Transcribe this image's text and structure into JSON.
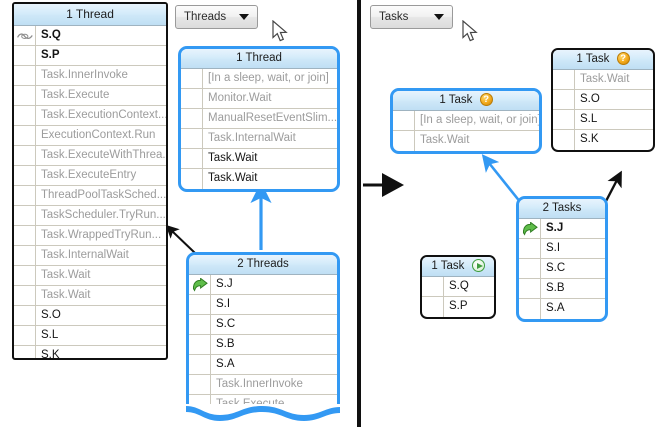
{
  "meta": {
    "accent_blue": "#3399F3",
    "border_black": "#101010",
    "header_blue": "#cfe8f8",
    "dim_text": "#9c9c9c",
    "active_text": "#141414",
    "badge_gold": "#f3ab1d",
    "badge_green": "#3f9c3f"
  },
  "toolbar": {
    "threads_combo": {
      "value": "Threads",
      "caret": "chevron-down-icon",
      "options": [
        "Threads",
        "Tasks"
      ]
    },
    "tasks_combo": {
      "value": "Tasks",
      "caret": "chevron-down-icon",
      "options": [
        "Threads",
        "Tasks"
      ]
    }
  },
  "left_panel": {
    "title": "1 Thread",
    "badge": null,
    "border": "black",
    "rows": [
      {
        "gutter": "squiggle-icon",
        "text": "S.Q",
        "style": "bold"
      },
      {
        "gutter": null,
        "text": "S.P",
        "style": "bold"
      },
      {
        "gutter": null,
        "text": "Task.InnerInvoke",
        "style": "dim"
      },
      {
        "gutter": null,
        "text": "Task.Execute",
        "style": "dim"
      },
      {
        "gutter": null,
        "text": "Task.ExecutionContext...",
        "style": "dim"
      },
      {
        "gutter": null,
        "text": "ExecutionContext.Run",
        "style": "dim"
      },
      {
        "gutter": null,
        "text": "Task.ExecuteWithThrea...",
        "style": "dim"
      },
      {
        "gutter": null,
        "text": "Task.ExecuteEntry",
        "style": "dim"
      },
      {
        "gutter": null,
        "text": "ThreadPoolTaskSched...",
        "style": "dim"
      },
      {
        "gutter": null,
        "text": "TaskScheduler.TryRun...",
        "style": "dim"
      },
      {
        "gutter": null,
        "text": "Task.WrappedTryRun...",
        "style": "dim"
      },
      {
        "gutter": null,
        "text": "Task.InternalWait",
        "style": "dim"
      },
      {
        "gutter": null,
        "text": "Task.Wait",
        "style": "dim"
      },
      {
        "gutter": null,
        "text": "Task.Wait",
        "style": "dim"
      },
      {
        "gutter": null,
        "text": "S.O",
        "style": "active"
      },
      {
        "gutter": null,
        "text": "S.L",
        "style": "active"
      },
      {
        "gutter": null,
        "text": "S.K",
        "style": "active"
      }
    ]
  },
  "thread_box": {
    "title": "1 Thread",
    "badge": null,
    "border": "blue",
    "rows": [
      {
        "gutter": null,
        "text": "[In a sleep, wait, or join]",
        "style": "dim"
      },
      {
        "gutter": null,
        "text": "Monitor.Wait",
        "style": "dim"
      },
      {
        "gutter": null,
        "text": "ManualResetEventSlim...",
        "style": "dim"
      },
      {
        "gutter": null,
        "text": "Task.InternalWait",
        "style": "dim"
      },
      {
        "gutter": null,
        "text": "Task.Wait",
        "style": "active"
      },
      {
        "gutter": null,
        "text": "Task.Wait",
        "style": "active"
      }
    ]
  },
  "threads_box": {
    "title": "2 Threads",
    "badge": null,
    "border": "blue",
    "truncated": true,
    "rows": [
      {
        "gutter": "green-arrow-icon",
        "text": "S.J",
        "style": "active"
      },
      {
        "gutter": null,
        "text": "S.I",
        "style": "active"
      },
      {
        "gutter": null,
        "text": "S.C",
        "style": "active"
      },
      {
        "gutter": null,
        "text": "S.B",
        "style": "active"
      },
      {
        "gutter": null,
        "text": "S.A",
        "style": "active"
      },
      {
        "gutter": null,
        "text": "Task.InnerInvoke",
        "style": "dim"
      },
      {
        "gutter": null,
        "text": "Task.Execute",
        "style": "dim"
      }
    ]
  },
  "task_box_center": {
    "title": "1 Task",
    "badge": "question-badge-icon",
    "badge_glyph": "?",
    "border": "blue",
    "rows": [
      {
        "gutter": null,
        "text": "[In a sleep, wait, or join]",
        "style": "dim"
      },
      {
        "gutter": null,
        "text": "Task.Wait",
        "style": "dim"
      }
    ]
  },
  "task_box_topright": {
    "title": "1 Task",
    "badge": "question-badge-icon",
    "badge_glyph": "?",
    "border": "black",
    "rows": [
      {
        "gutter": null,
        "text": "Task.Wait",
        "style": "dim"
      },
      {
        "gutter": null,
        "text": "S.O",
        "style": "active"
      },
      {
        "gutter": null,
        "text": "S.L",
        "style": "active"
      },
      {
        "gutter": null,
        "text": "S.K",
        "style": "active"
      }
    ]
  },
  "tasks_box": {
    "title": "2 Tasks",
    "badge": null,
    "border": "blue",
    "rows": [
      {
        "gutter": "green-arrow-icon",
        "text": "S.J",
        "style": "bold"
      },
      {
        "gutter": null,
        "text": "S.I",
        "style": "active"
      },
      {
        "gutter": null,
        "text": "S.C",
        "style": "active"
      },
      {
        "gutter": null,
        "text": "S.B",
        "style": "active"
      },
      {
        "gutter": null,
        "text": "S.A",
        "style": "active"
      }
    ]
  },
  "task_box_running": {
    "title": "1 Task",
    "badge": "play-badge-icon",
    "border": "black",
    "rows": [
      {
        "gutter": null,
        "text": "S.Q",
        "style": "active"
      },
      {
        "gutter": null,
        "text": "S.P",
        "style": "active"
      }
    ]
  },
  "annotations": {
    "divider": "vertical-black-divider",
    "arrows": [
      {
        "name": "black-arrow-left-panel",
        "color": "#101010"
      },
      {
        "name": "blue-arrow-up-thread-box",
        "color": "#3399F3"
      },
      {
        "name": "black-arrow-transform-right",
        "color": "#101010"
      },
      {
        "name": "blue-arrow-up-task-box",
        "color": "#3399F3"
      },
      {
        "name": "black-arrow-up-topright",
        "color": "#101010"
      }
    ],
    "cursors": [
      {
        "name": "mouse-cursor-threads"
      },
      {
        "name": "mouse-cursor-tasks"
      }
    ]
  }
}
